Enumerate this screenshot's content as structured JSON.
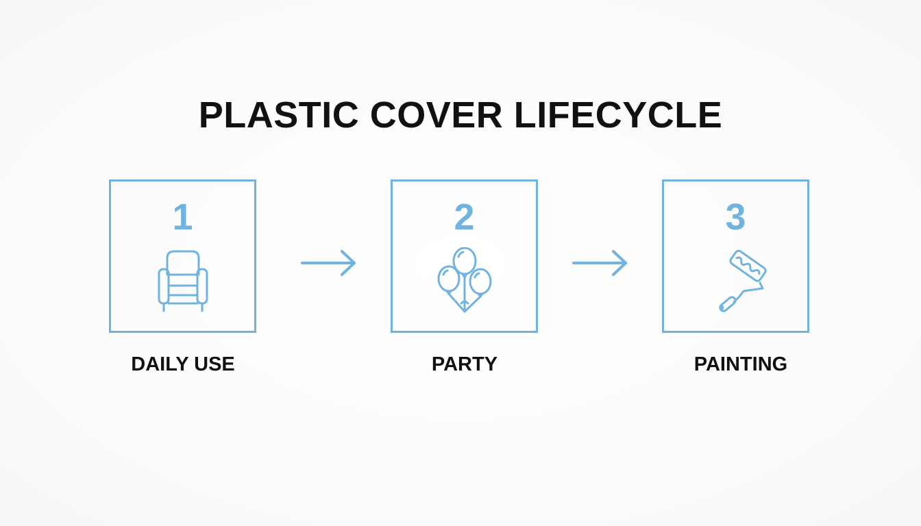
{
  "title": "PLASTIC COVER LIFECYCLE",
  "accent_color": "#6fb3de",
  "text_color": "#111111",
  "steps": [
    {
      "number": "1",
      "label": "DAILY USE",
      "icon": "armchair-icon"
    },
    {
      "number": "2",
      "label": "PARTY",
      "icon": "balloons-icon"
    },
    {
      "number": "3",
      "label": "PAINTING",
      "icon": "paint-roller-icon"
    }
  ],
  "connectors": [
    "arrow-right-icon",
    "arrow-right-icon"
  ]
}
